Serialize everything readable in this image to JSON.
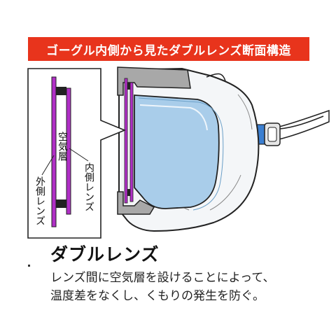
{
  "banner": {
    "title": "ゴーグル内側から見たダブルレンズ断面構造"
  },
  "labels": {
    "air_layer": "空気層",
    "inner_lens": "内側レンズ",
    "outer_lens": "外側レンズ"
  },
  "headline": "ダブルレンズ",
  "description": {
    "line1": "レンズ間に空気層を設けることによって、",
    "line2": "温度差をなくし、くもりの発生を防ぐ。"
  },
  "colors": {
    "banner": "#e8341c",
    "lens_purple": "#b02fc6",
    "lens_tint": "#a9cdea",
    "strap_blue": "#3b7fd1",
    "frame_gray": "#a8a8a8"
  }
}
